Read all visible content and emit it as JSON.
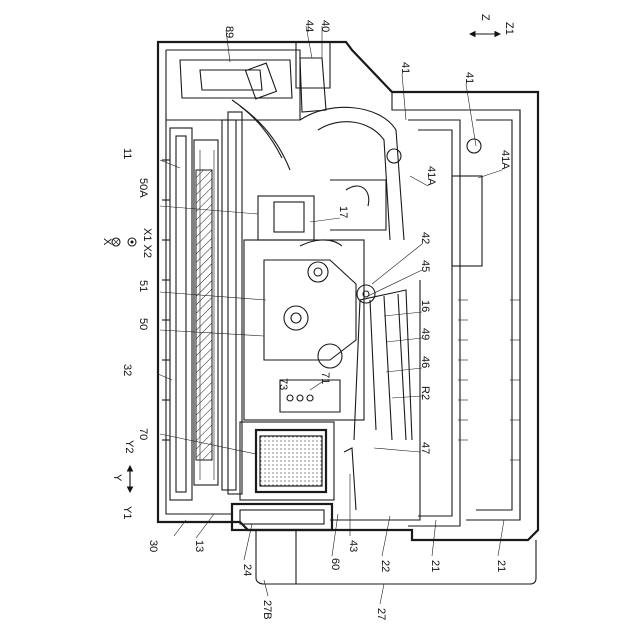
{
  "labels": {
    "n89": "89",
    "n44": "44",
    "n40": "40",
    "n41a": "41",
    "n41b": "41",
    "n41Aa": "41A",
    "n41Ab": "41A",
    "n11": "11",
    "n50A": "50A",
    "n17": "17",
    "n42": "42",
    "n45": "45",
    "n51": "51",
    "n16": "16",
    "n50": "50",
    "n49": "49",
    "n46": "46",
    "n32": "32",
    "n73": "73",
    "n71": "71",
    "nR2": "R2",
    "n70": "70",
    "n47": "47",
    "n30": "30",
    "n13": "13",
    "n24": "24",
    "n60": "60",
    "n43": "43",
    "n22": "22",
    "n21a": "21",
    "n21b": "21",
    "n27B": "27B",
    "n27": "27"
  },
  "axes": {
    "z_pair": {
      "a": "Z",
      "b": "Z1"
    },
    "x_group": {
      "x": "X",
      "x1x2": "X1 X2"
    },
    "y_pair": {
      "y": "Y",
      "y1": "Y1",
      "y2": "Y2"
    }
  }
}
